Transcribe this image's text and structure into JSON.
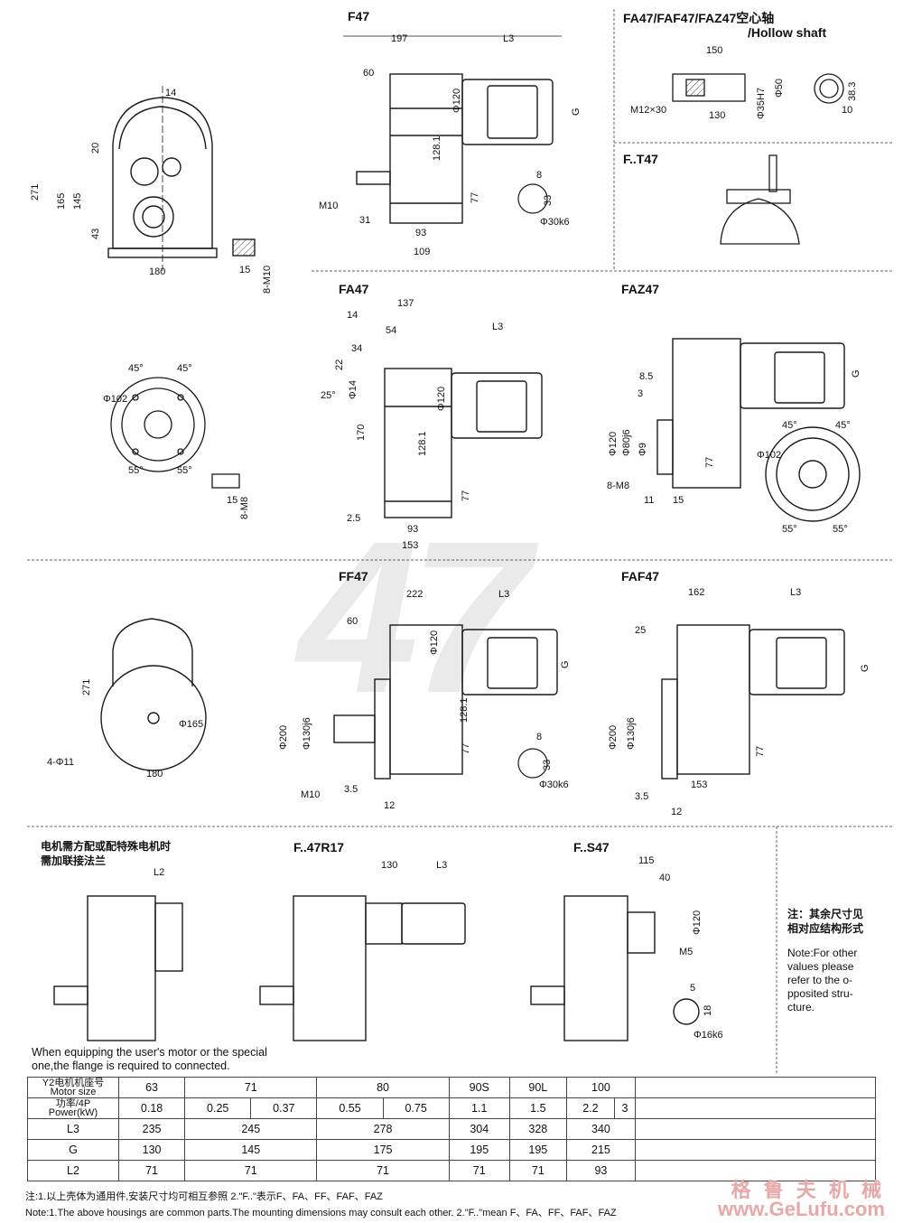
{
  "watermark": "47",
  "f47": {
    "title": "F47",
    "dims": {
      "d197": "197",
      "l3": "L3",
      "d60": "60",
      "g": "G",
      "d120": "Φ120",
      "d1281": "128.1",
      "m10": "M10",
      "d31": "31",
      "d93": "93",
      "d109": "109",
      "d77": "77",
      "d8": "8",
      "d33": "33",
      "d30k6": "Φ30k6"
    }
  },
  "front": {
    "dims": {
      "d14": "14",
      "d20": "20",
      "d271": "271",
      "d165": "165",
      "d145": "145",
      "d43": "43",
      "d180": "180",
      "d15": "15",
      "m10": "8-M10"
    }
  },
  "hollow": {
    "title1": "FA47/FAF47/FAZ47空心轴",
    "title2": "/Hollow shaft",
    "dims": {
      "d150": "150",
      "m12": "M12×30",
      "d130": "130",
      "h7": "Φ35H7",
      "d50": "Φ50",
      "d383": "38.3",
      "d10": "10"
    }
  },
  "ft47": {
    "title": "F..T47"
  },
  "fa47": {
    "title": "FA47",
    "dims": {
      "d137": "137",
      "d14": "14",
      "d54": "54",
      "l3": "L3",
      "d34": "34",
      "d22": "22",
      "d25": "25°",
      "d14b": "Φ14",
      "d120": "Φ120",
      "d170": "170",
      "d1281": "128.1",
      "d77": "77",
      "d25b": "2.5",
      "d93": "93",
      "d153": "153"
    }
  },
  "flange_left": {
    "dims": {
      "a45a": "45°",
      "a45b": "45°",
      "d102": "Φ102",
      "a55a": "55°",
      "a55b": "55°",
      "d15": "15",
      "m8": "8-M8"
    }
  },
  "faz47": {
    "title": "FAZ47",
    "dims": {
      "g": "G",
      "d85": "8.5",
      "d3": "3",
      "d120": "Φ120",
      "d80": "Φ80j6",
      "d9": "Φ9",
      "m8": "8-M8",
      "d77": "77",
      "d11": "11",
      "d15": "15",
      "a45a": "45°",
      "a45b": "45°",
      "d102": "Φ102",
      "a55a": "55°",
      "a55b": "55°"
    }
  },
  "ff47": {
    "title": "FF47",
    "dims": {
      "d222": "222",
      "l3": "L3",
      "d60": "60",
      "g": "G",
      "d120": "Φ120",
      "d200": "Φ200",
      "d130": "Φ130j6",
      "d1281": "128.1",
      "d77": "77",
      "m10": "M10",
      "d35": "3.5",
      "d12": "12",
      "d8": "8",
      "d33": "33",
      "d30k6": "Φ30k6"
    }
  },
  "ff_front": {
    "dims": {
      "d271": "271",
      "d165": "Φ165",
      "holes": "4-Φ11",
      "d180": "180"
    }
  },
  "faf47": {
    "title": "FAF47",
    "dims": {
      "d162": "162",
      "l3": "L3",
      "d25": "25",
      "g": "G",
      "d200": "Φ200",
      "d130": "Φ130j6",
      "d77": "77",
      "d153": "153",
      "d35": "3.5",
      "d12": "12"
    }
  },
  "adapter": {
    "cn": [
      "电机需方配或配特殊电机时",
      "需加联接法兰"
    ],
    "l2": "L2",
    "en": [
      "When equipping the user's motor or the special",
      "one,the flange is required to connected."
    ]
  },
  "fr47": {
    "title": "F..47R17",
    "dims": {
      "d130": "130",
      "l3": "L3"
    }
  },
  "fs47": {
    "title": "F..S47",
    "dims": {
      "d115": "115",
      "d40": "40",
      "d120": "Φ120",
      "m5": "M5",
      "d5": "5",
      "d18": "18",
      "d16k6": "Φ16k6"
    }
  },
  "side_note": {
    "cn": [
      "注：其余尺寸见",
      "相对应结构形式"
    ],
    "en": [
      "Note:For other",
      "values please",
      "refer to the o-",
      "pposited stru-",
      "cture."
    ]
  },
  "table": {
    "row_motor_label": [
      "Y2电机机座号",
      "Motor size"
    ],
    "row_power_label": [
      "功率/4P",
      "Power(kW)"
    ],
    "motor_sizes": [
      "63",
      "71",
      "80",
      "90S",
      "90L",
      "100"
    ],
    "powers": [
      "0.18",
      "0.25",
      "0.37",
      "0.55",
      "0.75",
      "1.1",
      "1.5",
      "2.2",
      "3"
    ],
    "l3_label": "L3",
    "g_label": "G",
    "l2_label": "L2",
    "l3": [
      "235",
      "245",
      "278",
      "304",
      "328",
      "340"
    ],
    "g": [
      "130",
      "145",
      "175",
      "195",
      "195",
      "215"
    ],
    "l2": [
      "71",
      "71",
      "71",
      "71",
      "71",
      "93"
    ]
  },
  "footer": {
    "cn": "注:1.以上壳体为通用件,安装尺寸均可相互参照    2.\"F..\"表示F、FA、FF、FAF、FAZ",
    "en": "Note:1.The above housings are common parts.The mounting dimensions may consult each other.   2.\"F..\"mean F、FA、FF、FAF、FAZ",
    "brand_cn": "格 鲁 夫 机 械",
    "brand_url": "www.GeLufu.com"
  },
  "colors": {
    "line": "#1a1a1a",
    "brand": "#e7a8a8",
    "watermark": "#000000"
  }
}
